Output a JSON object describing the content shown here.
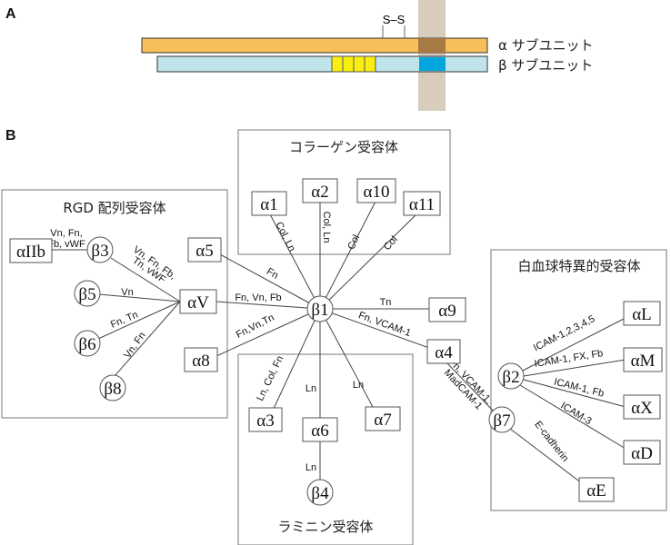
{
  "panel_a": {
    "label": "A",
    "disulfide": "S–S",
    "alpha_label": "α サブユニット",
    "beta_label": "β サブユニット",
    "colors": {
      "alpha": "#f7be5a",
      "beta": "#bfe4ea",
      "yellow": "#f8ee10",
      "membrane": "#d8ccbc",
      "alpha_tm": "#a77a45",
      "beta_tm": "#00a6dc"
    }
  },
  "panel_b": {
    "label": "B",
    "groups": {
      "collagen": "コラーゲン受容体",
      "rgd": "RGD 配列受容体",
      "leukocyte": "白血球特異的受容体",
      "laminin": "ラミニン受容体"
    },
    "nodes": {
      "b1": "β1",
      "b2": "β2",
      "b3": "β3",
      "b4": "β4",
      "b5": "β5",
      "b6": "β6",
      "b7": "β7",
      "b8": "β8",
      "a1": "α1",
      "a2": "α2",
      "a3": "α3",
      "a4": "α4",
      "a5": "α5",
      "a6": "α6",
      "a7": "α7",
      "a8": "α8",
      "a9": "α9",
      "a10": "α10",
      "a11": "α11",
      "aV": "αV",
      "aIIb": "αIIb",
      "aL": "αL",
      "aM": "αM",
      "aX": "αX",
      "aD": "αD",
      "aE": "αE"
    },
    "edges": {
      "b1_a1": "Col, Ln",
      "b1_a2": "Col, Ln",
      "b1_a10": "Col",
      "b1_a11": "Col",
      "b1_a5": "Fn",
      "b1_aV": "Fn, Vn, Fb",
      "b1_a8": "Fn,Vn,Tn",
      "b1_a9": "Tn",
      "b1_a4": "Fn, VCAM-1",
      "b1_a3": "Ln, Col, Fn",
      "b1_a6": "Ln",
      "b1_a7": "Ln",
      "a6_b4": "Ln",
      "a4_b7_1": "Fn, VCAM-1,",
      "a4_b7_2": "MadCAM-1",
      "aIIb_b3_1": "Vn, Fn,",
      "aIIb_b3_2": "Fb, vWF",
      "b3_aV_1": "Vn, Fn, Fb,",
      "b3_aV_2": "Tn, vWF",
      "b5_aV": "Vn",
      "b6_aV": "Fn, Tn",
      "b8_aV": "Vn, Fn",
      "b2_aL": "ICAM-1,2,3,4,5",
      "b2_aM": "ICAM-1, FX, Fb",
      "b2_aX": "ICAM-1, Fb",
      "b2_aD": "ICAM-3",
      "b7_aE": "E-cadherin"
    }
  }
}
